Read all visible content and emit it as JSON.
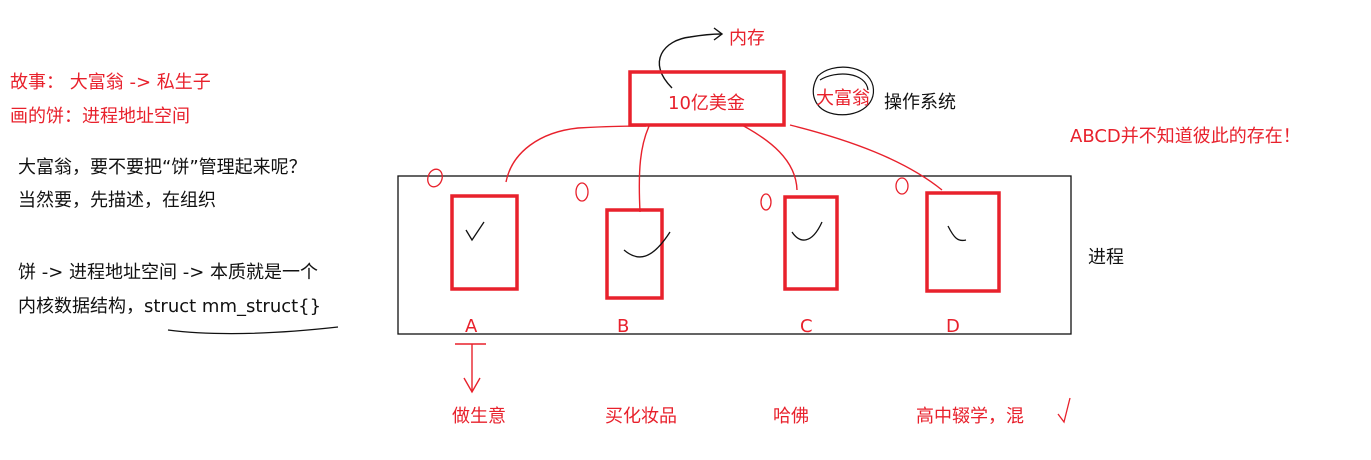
{
  "notes": {
    "story": "故事：   大富翁 -> 私生子",
    "pie": "画的饼：进程地址空间",
    "question_line1": "大富翁，要不要把“饼”管理起来呢？",
    "question_line2": "当然要，先描述，在组织",
    "concept_line1": "饼 -> 进程地址空间 -> 本质就是一个",
    "concept_line2": "内核数据结构，struct mm_struct{}"
  },
  "diagram": {
    "memory_label": "内存",
    "money_box": "10亿美金",
    "rich_man": "大富翁",
    "os_label": "操作系统",
    "abcd_note": "ABCD并不知道彼此的存在！",
    "process_label": "进程",
    "children": [
      {
        "letter": "A",
        "desc": "做生意"
      },
      {
        "letter": "B",
        "desc": "买化妆品"
      },
      {
        "letter": "C",
        "desc": "哈佛"
      },
      {
        "letter": "D",
        "desc": "高中辍学，混"
      }
    ]
  },
  "colors": {
    "ink": "#e8212c",
    "text": "#111111"
  }
}
